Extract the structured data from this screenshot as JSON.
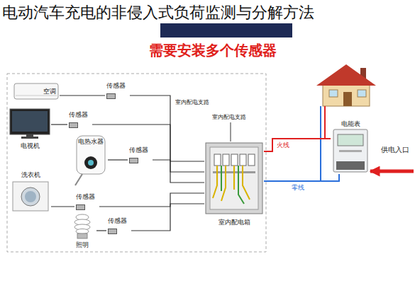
{
  "diagram": {
    "title": "电动汽车充电的非侵入式负荷监测与分解方法",
    "nodes": [
      {
        "text": [
          "空调"
        ]
      },
      {
        "text": [
          "传感器"
        ]
      },
      {
        "text": [
          "电视机"
        ]
      },
      {
        "text": [
          "传感器"
        ]
      },
      {
        "text": [
          "电热水器"
        ]
      },
      {
        "text": [
          "传感器"
        ]
      },
      {
        "text": [
          "洗衣机"
        ]
      },
      {
        "text": [
          "传感器"
        ]
      },
      {
        "text": [
          "照明"
        ]
      },
      {
        "text": [
          "传感器"
        ]
      },
      {
        "text": [
          "室内配电箱"
        ]
      },
      {
        "text": [
          "电能表"
        ]
      },
      {
        "text": [
          "供电入口"
        ]
      }
    ],
    "edges": [
      {
        "from": 0,
        "to": 1,
        "arrow": "none"
      },
      {
        "from": 2,
        "to": 3,
        "arrow": "none"
      },
      {
        "from": 4,
        "to": 5,
        "arrow": "none"
      },
      {
        "from": 6,
        "to": 7,
        "arrow": "none"
      },
      {
        "from": 8,
        "to": 9,
        "arrow": "none"
      },
      {
        "from": 1,
        "to": 10,
        "arrow": "none"
      },
      {
        "from": 3,
        "to": 10,
        "arrow": "none"
      },
      {
        "from": 5,
        "to": 10,
        "arrow": "none"
      },
      {
        "from": 7,
        "to": 10,
        "arrow": "none"
      },
      {
        "from": 9,
        "to": 10,
        "arrow": "none"
      },
      {
        "from": 10,
        "to": 11,
        "label": "火线",
        "arrow": "none"
      },
      {
        "from": 10,
        "to": 11,
        "label": "零线",
        "arrow": "none"
      },
      {
        "from": 12,
        "to": 11,
        "arrow": "to"
      }
    ],
    "labels": [
      "需要安装多个传感器",
      "室内配电支路",
      "室内配电支路"
    ]
  }
}
